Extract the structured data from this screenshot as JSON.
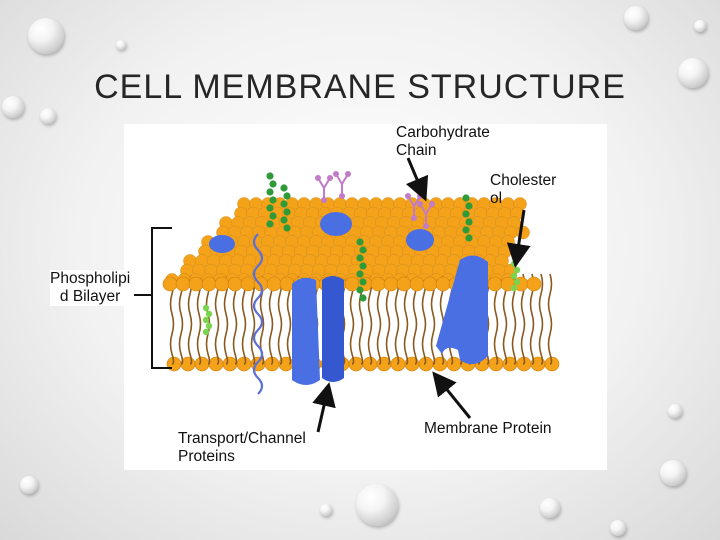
{
  "slide": {
    "title": "CELL MEMBRANE STRUCTURE"
  },
  "labels": {
    "carbohydrate": "Carbohydrate\nChain",
    "cholesterol": "Cholester\nol",
    "bilayer": "Phospholipi\nd Bilayer",
    "transport": "Transport/Channel\nProteins",
    "membrane_protein": "Membrane Protein"
  },
  "colors": {
    "phosphate_head": "#f5a21b",
    "lipid_tail": "#8a5a1e",
    "protein": "#4a6fe3",
    "carbohydrate": "#c27bc8",
    "glycolipid_chain": "#2f9a38",
    "cholesterol": "#7bd44d",
    "arrow": "#111111"
  }
}
